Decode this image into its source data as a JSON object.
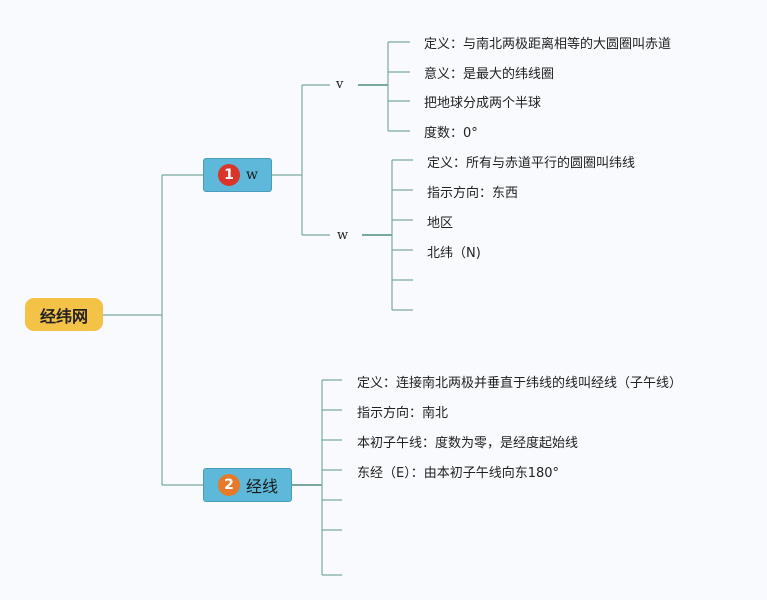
{
  "root": {
    "label": "经纬网"
  },
  "branches": [
    {
      "number": "1",
      "label": "w",
      "children": [
        {
          "label": "v",
          "leaves": [
            "定义：与南北两极距离相等的大圆圈叫赤道",
            "意义：是最大的纬线圈",
            "把地球分成两个半球",
            "度数：0°"
          ]
        },
        {
          "label": "w",
          "leaves": [
            "定义：所有与赤道平行的圆圈叫纬线",
            "指示方向：东西",
            "地区",
            "北纬（N)",
            "",
            ""
          ]
        }
      ]
    },
    {
      "number": "2",
      "label": "经线",
      "leaves": [
        "定义：连接南北两极并垂直于纬线的线叫经线（子午线）",
        "指示方向：南北",
        "本初子午线：度数为零，是经度起始线",
        "东经（E）：由本初子午线向东180°",
        "",
        "",
        ""
      ]
    }
  ],
  "colors": {
    "root_fill": "#f4c246",
    "branch_fill": "#5db8d9",
    "badge_1": "#d9352a",
    "badge_2": "#e57a2a",
    "connector": "#7aa9a0"
  }
}
